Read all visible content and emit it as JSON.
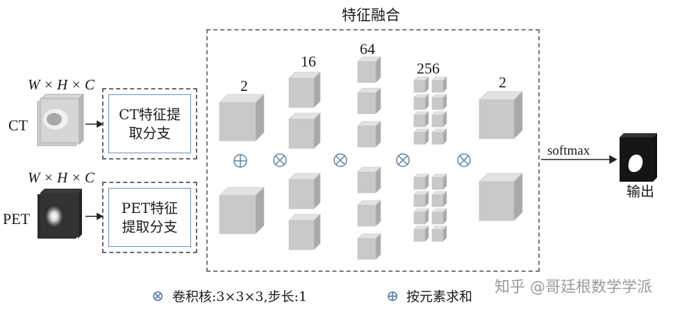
{
  "fusion": {
    "title": "特征融合"
  },
  "inputs": {
    "ct": {
      "label": "CT",
      "dims": "W × H × C"
    },
    "pet": {
      "label": "PET",
      "dims": "W × H × C"
    }
  },
  "branches": {
    "ct": {
      "line1": "CT特征提",
      "line2": "取分支"
    },
    "pet": {
      "line1": "PET特征",
      "line2": "提取分支"
    }
  },
  "channels": {
    "c1": "2",
    "c2": "16",
    "c3": "64",
    "c4": "256",
    "c5": "2"
  },
  "output": {
    "softmax": "softmax",
    "label": "输出"
  },
  "legend": {
    "conv_symbol": "⊗",
    "conv_text": "卷积核:3×3×3,步长:1",
    "add_symbol": "⊕",
    "add_text": "按元素求和"
  },
  "watermark": "知乎 @哥廷根数学学派",
  "colors": {
    "cube_front": "#c9c9c9",
    "cube_top": "#e2e2e2",
    "cube_side": "#a9a9a9",
    "op_symbol": "#5a7ea6",
    "branch_border": "#6f8fb0"
  }
}
